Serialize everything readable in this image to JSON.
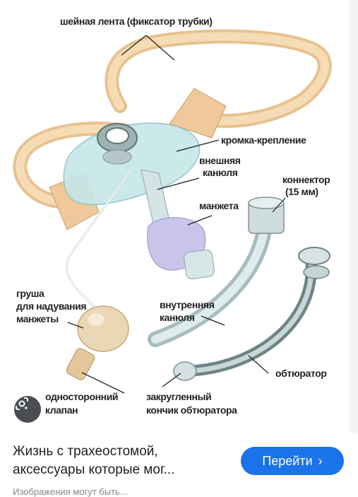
{
  "diagram": {
    "labels": {
      "neck_tape": "шейная лента (фиксатор трубки)",
      "flange": "кромка-крепление",
      "outer_cannula_1": "внешняя",
      "outer_cannula_2": "канюля",
      "connector_1": "коннектор",
      "connector_2": "(15 мм)",
      "cuff": "манжета",
      "bulb_1": "груша",
      "bulb_2": "для надувания",
      "bulb_3": "манжеты",
      "inner_cannula_1": "внутренняя",
      "inner_cannula_2": "канюля",
      "obturator": "обтюратор",
      "valve_1": "односторонний",
      "valve_2": "клапан",
      "tip_1": "закругленный",
      "tip_2": "кончик обтюратора"
    }
  },
  "result": {
    "title_line1": "Жизнь с трахеостомой,",
    "title_line2": "аксессуары которые мог...",
    "button_label": "Перейти",
    "button_chevron": "›",
    "source_text": "Изображения могут быть..."
  },
  "icons": {
    "lens": "google-lens-icon"
  },
  "colors": {
    "button_bg": "#1a73e8",
    "tape": "#f0cfa0",
    "flange": "#bfe0e2",
    "cuff": "#c7c2e6"
  }
}
